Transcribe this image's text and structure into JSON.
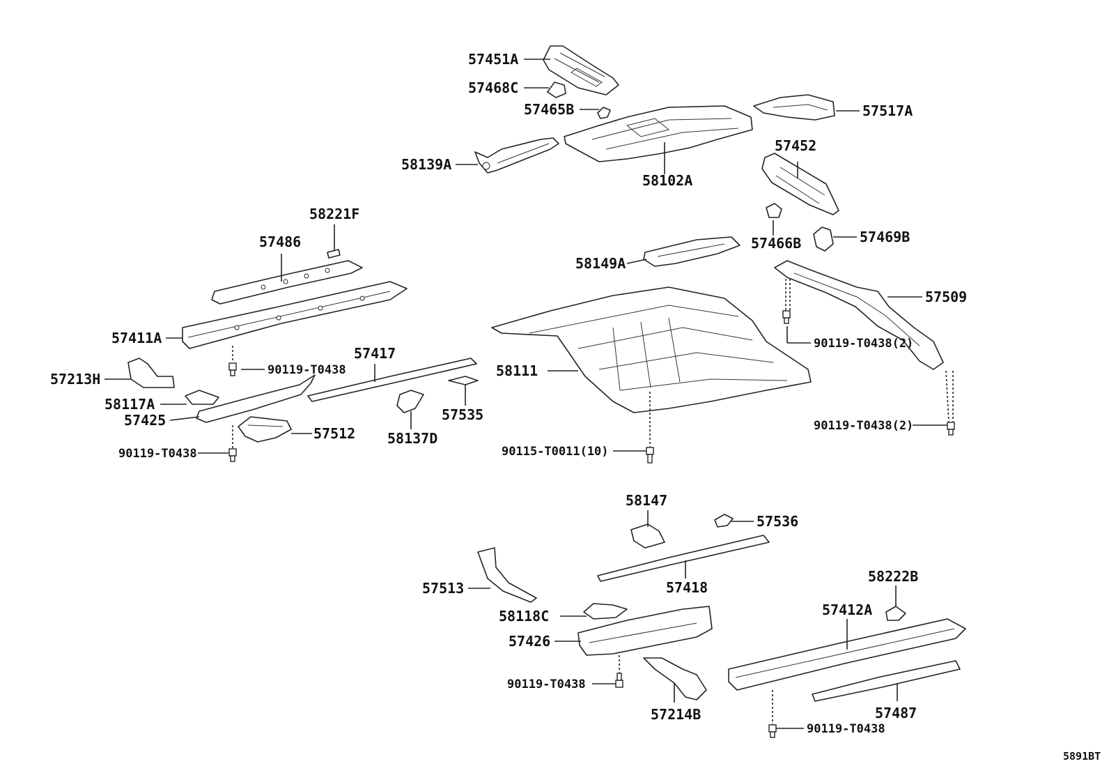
{
  "diagram_code": "5891BT",
  "labels": {
    "p57451A": "57451A",
    "p57468C": "57468C",
    "p57465B": "57465B",
    "p57517A": "57517A",
    "p57452": "57452",
    "p58139A": "58139A",
    "p58102A": "58102A",
    "p58221F": "58221F",
    "p57486": "57486",
    "p57466B": "57466B",
    "p57469B": "57469B",
    "p58149A": "58149A",
    "p57509": "57509",
    "p57411A": "57411A",
    "p90119_2a": "90119-T0438(2)",
    "p57417": "57417",
    "p57213H": "57213H",
    "p90119_a": "90119-T0438",
    "p58111": "58111",
    "p58117A": "58117A",
    "p57425": "57425",
    "p57535": "57535",
    "p90119_2b": "90119-T0438(2)",
    "p57512": "57512",
    "p58137D": "58137D",
    "p90119_b": "90119-T0438",
    "p90115": "90115-T0011(10)",
    "p58147": "58147",
    "p57536": "57536",
    "p57418": "57418",
    "p57513": "57513",
    "p58222B": "58222B",
    "p58118C": "58118C",
    "p57412A": "57412A",
    "p57426": "57426",
    "p90119_c": "90119-T0438",
    "p57487": "57487",
    "p57214B": "57214B",
    "p90119_d": "90119-T0438"
  }
}
